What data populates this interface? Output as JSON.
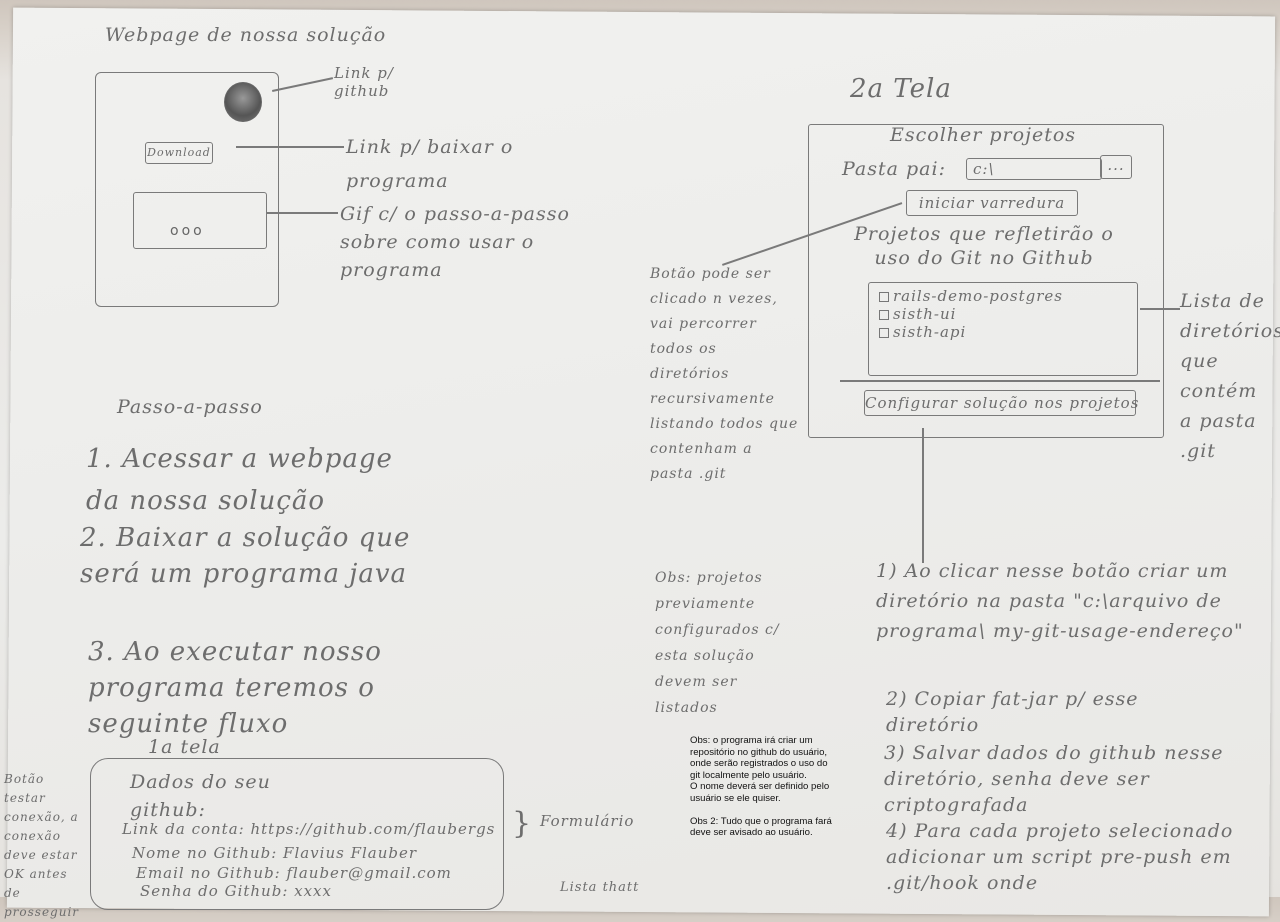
{
  "typed_note": {
    "lines": [
      "Obs: o programa irá criar um",
      "repositório no github do usuário,",
      "onde serão registrados o uso do",
      "git localmente pelo usuário.",
      "O nome deverá ser definido pelo",
      "usuário se ele quiser."
    ],
    "obs2": [
      "Obs 2: Tudo que o programa fará",
      "deve ser avisado ao usuário."
    ]
  },
  "sketch_left": {
    "title": "Webpage de nossa solução",
    "link_github": "Link p/ github",
    "download_button": "Download",
    "link_download": "Link p/ baixar o programa",
    "gif_note": "Gif c/ o passo-a-passo sobre como usar o programa",
    "gif_dots": "ooo"
  },
  "steps": {
    "heading": "Passo-a-passo",
    "step1": "1. Acessar a webpage da nossa solução",
    "step2": "2. Baixar a solução que será um programa java",
    "step3": "3. Ao executar nosso programa teremos o seguinte fluxo"
  },
  "tela1": {
    "heading": "1a tela",
    "form_title": "Dados do seu github:",
    "fields": [
      "Link da conta: https://github.com/flaubergs",
      "Nome no Github: Flavius Flauber",
      "Email no Github: flauber@gmail.com",
      "Senha do Github: xxxx"
    ],
    "side_note": "Botão testar conexão, a conexão deve estar OK antes de prosseguir",
    "form_label": "Formulário",
    "bottom_fragment": "Lista thatt"
  },
  "tela2": {
    "heading": "2a Tela",
    "window_title": "Escolher projetos",
    "path_label": "Pasta pai:",
    "path_value": "c:\\",
    "browse_button": "...",
    "start_button": "iniciar varredura",
    "list_caption": "Projetos que refletirão o uso do Git no Github",
    "projects": [
      "rails-demo-postgres",
      "sisth-ui",
      "sisth-api"
    ],
    "configure_button": "Configurar solução nos projetos",
    "right_note": "Lista de diretórios que contém a pasta .git",
    "mid_note": "Botão pode ser clicado n vezes, vai percorrer todos os diretórios recursivamente listando todos que contenham a pasta .git",
    "mid_obs": "Obs: projetos previamente configurados c/ esta solução devem ser listados"
  },
  "actions": {
    "a1": "1) Ao clicar nesse botão criar um diretório na pasta \"c:\\arquivo de programa\\ my-git-usage-endereço\"",
    "a2": "2) Copiar fat-jar p/ esse diretório",
    "a3": "3) Salvar dados do github nesse diretório, senha deve ser criptografada",
    "a4": "4) Para cada projeto selecionado adicionar um script pre-push em .git/hook onde"
  }
}
